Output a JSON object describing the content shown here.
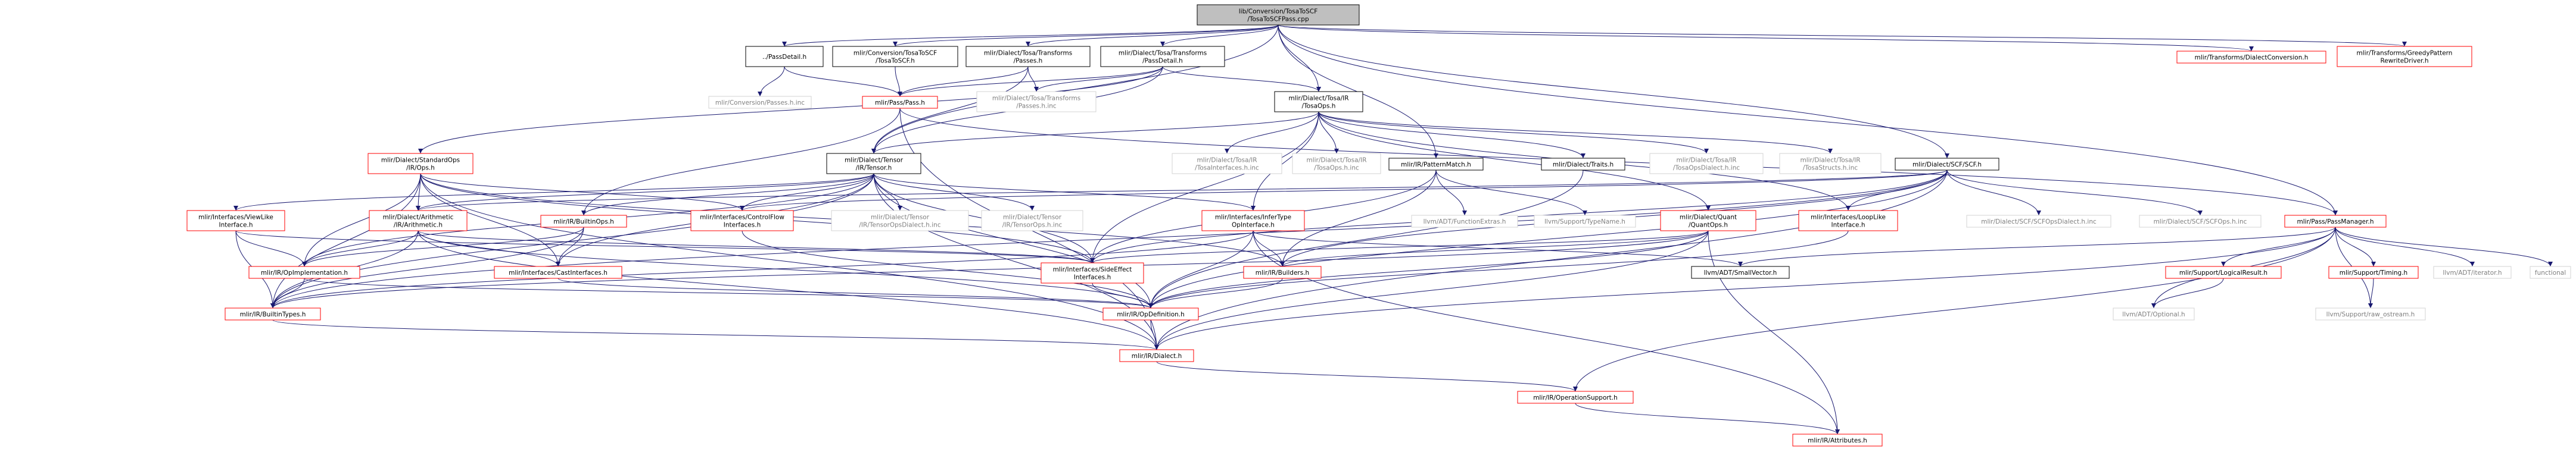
{
  "graph": {
    "nodes": [
      {
        "id": "root",
        "lines": [
          "lib/Conversion/TosaToSCF",
          "/TosaToSCFPass.cpp"
        ],
        "style": "root"
      },
      {
        "id": "pass_detail",
        "lines": [
          "../PassDetail.h"
        ],
        "style": "black"
      },
      {
        "id": "conv_tosatoscf",
        "lines": [
          "mlir/Conversion/TosaToSCF",
          "/TosaToSCF.h"
        ],
        "style": "black"
      },
      {
        "id": "tosa_transforms_passes",
        "lines": [
          "mlir/Dialect/Tosa/Transforms",
          "/Passes.h"
        ],
        "style": "black"
      },
      {
        "id": "tosa_transforms_passdetail",
        "lines": [
          "mlir/Dialect/Tosa/Transforms",
          "/PassDetail.h"
        ],
        "style": "black"
      },
      {
        "id": "transforms_dialectconversion",
        "lines": [
          "mlir/Transforms/DialectConversion.h"
        ],
        "style": "red"
      },
      {
        "id": "transforms_greedy",
        "lines": [
          "mlir/Transforms/GreedyPattern",
          "RewriteDriver.h"
        ],
        "style": "red"
      },
      {
        "id": "conv_passes_inc",
        "lines": [
          "mlir/Conversion/Passes.h.inc"
        ],
        "style": "gray"
      },
      {
        "id": "pass_pass",
        "lines": [
          "mlir/Pass/Pass.h"
        ],
        "style": "red"
      },
      {
        "id": "tosa_passes_inc",
        "lines": [
          "mlir/Dialect/Tosa/Transforms",
          "/Passes.h.inc"
        ],
        "style": "gray"
      },
      {
        "id": "tosa_ir_tosaops",
        "lines": [
          "mlir/Dialect/Tosa/IR",
          "/TosaOps.h"
        ],
        "style": "black"
      },
      {
        "id": "stdops",
        "lines": [
          "mlir/Dialect/StandardOps",
          "/IR/Ops.h"
        ],
        "style": "red"
      },
      {
        "id": "tensor",
        "lines": [
          "mlir/Dialect/Tensor",
          "/IR/Tensor.h"
        ],
        "style": "black"
      },
      {
        "id": "tosa_interfaces_inc",
        "lines": [
          "mlir/Dialect/Tosa/IR",
          "/TosaInterfaces.h.inc"
        ],
        "style": "gray"
      },
      {
        "id": "tosa_ops_inc",
        "lines": [
          "mlir/Dialect/Tosa/IR",
          "/TosaOps.h.inc"
        ],
        "style": "gray"
      },
      {
        "id": "ir_patternmatch",
        "lines": [
          "mlir/IR/PatternMatch.h"
        ],
        "style": "black"
      },
      {
        "id": "dialect_traits",
        "lines": [
          "mlir/Dialect/Traits.h"
        ],
        "style": "black"
      },
      {
        "id": "tosa_opsdialect_inc",
        "lines": [
          "mlir/Dialect/Tosa/IR",
          "/TosaOpsDialect.h.inc"
        ],
        "style": "gray"
      },
      {
        "id": "tosa_structs_inc",
        "lines": [
          "mlir/Dialect/Tosa/IR",
          "/TosaStructs.h.inc"
        ],
        "style": "gray"
      },
      {
        "id": "scf",
        "lines": [
          "mlir/Dialect/SCF/SCF.h"
        ],
        "style": "black"
      },
      {
        "id": "viewlike",
        "lines": [
          "mlir/Interfaces/ViewLike",
          "Interface.h"
        ],
        "style": "red"
      },
      {
        "id": "arith",
        "lines": [
          "mlir/Dialect/Arithmetic",
          "/IR/Arithmetic.h"
        ],
        "style": "red"
      },
      {
        "id": "builtinops",
        "lines": [
          "mlir/IR/BuiltinOps.h"
        ],
        "style": "red"
      },
      {
        "id": "controlflow",
        "lines": [
          "mlir/Interfaces/ControlFlow",
          "Interfaces.h"
        ],
        "style": "red"
      },
      {
        "id": "tensor_dialect_inc",
        "lines": [
          "mlir/Dialect/Tensor",
          "/IR/TensorOpsDialect.h.inc"
        ],
        "style": "gray"
      },
      {
        "id": "tensor_ops_inc",
        "lines": [
          "mlir/Dialect/Tensor",
          "/IR/TensorOps.h.inc"
        ],
        "style": "gray"
      },
      {
        "id": "infertype",
        "lines": [
          "mlir/Interfaces/InferType",
          "OpInterface.h"
        ],
        "style": "red"
      },
      {
        "id": "llvm_functionextras",
        "lines": [
          "llvm/ADT/FunctionExtras.h"
        ],
        "style": "gray"
      },
      {
        "id": "llvm_typename",
        "lines": [
          "llvm/Support/TypeName.h"
        ],
        "style": "gray"
      },
      {
        "id": "quantops",
        "lines": [
          "mlir/Dialect/Quant",
          "/QuantOps.h"
        ],
        "style": "red"
      },
      {
        "id": "loopinterface",
        "lines": [
          "mlir/Interfaces/LoopLike",
          "Interface.h"
        ],
        "style": "red"
      },
      {
        "id": "scf_dialect_inc",
        "lines": [
          "mlir/Dialect/SCF/SCFOpsDialect.h.inc"
        ],
        "style": "gray"
      },
      {
        "id": "scf_ops_inc",
        "lines": [
          "mlir/Dialect/SCF/SCFOps.h.inc"
        ],
        "style": "gray"
      },
      {
        "id": "passmanager",
        "lines": [
          "mlir/Pass/PassManager.h"
        ],
        "style": "red"
      },
      {
        "id": "opimpl",
        "lines": [
          "mlir/IR/OpImplementation.h"
        ],
        "style": "red"
      },
      {
        "id": "castinterfaces",
        "lines": [
          "mlir/Interfaces/CastInterfaces.h"
        ],
        "style": "red"
      },
      {
        "id": "sideeffect",
        "lines": [
          "mlir/Interfaces/SideEffect",
          "Interfaces.h"
        ],
        "style": "red"
      },
      {
        "id": "builders",
        "lines": [
          "mlir/IR/Builders.h"
        ],
        "style": "red"
      },
      {
        "id": "smallvector",
        "lines": [
          "llvm/ADT/SmallVector.h"
        ],
        "style": "black"
      },
      {
        "id": "logicalresult",
        "lines": [
          "mlir/Support/LogicalResult.h"
        ],
        "style": "red"
      },
      {
        "id": "timing",
        "lines": [
          "mlir/Support/Timing.h"
        ],
        "style": "red"
      },
      {
        "id": "iterator",
        "lines": [
          "llvm/ADT/iterator.h"
        ],
        "style": "gray"
      },
      {
        "id": "functional",
        "lines": [
          "functional"
        ],
        "style": "gray"
      },
      {
        "id": "builtintypes",
        "lines": [
          "mlir/IR/BuiltinTypes.h"
        ],
        "style": "red"
      },
      {
        "id": "opdefinition",
        "lines": [
          "mlir/IR/OpDefinition.h"
        ],
        "style": "red"
      },
      {
        "id": "optional",
        "lines": [
          "llvm/ADT/Optional.h"
        ],
        "style": "gray"
      },
      {
        "id": "raw_ostream",
        "lines": [
          "llvm/Support/raw_ostream.h"
        ],
        "style": "gray"
      },
      {
        "id": "dialect",
        "lines": [
          "mlir/IR/Dialect.h"
        ],
        "style": "red"
      },
      {
        "id": "opsupport",
        "lines": [
          "mlir/IR/OperationSupport.h"
        ],
        "style": "red"
      },
      {
        "id": "attributes",
        "lines": [
          "mlir/IR/Attributes.h"
        ],
        "style": "red"
      }
    ],
    "edges": [
      [
        "root",
        "pass_detail"
      ],
      [
        "root",
        "conv_tosatoscf"
      ],
      [
        "root",
        "tosa_transforms_passes"
      ],
      [
        "root",
        "tosa_transforms_passdetail"
      ],
      [
        "root",
        "tosa_ir_tosaops"
      ],
      [
        "root",
        "tensor"
      ],
      [
        "root",
        "ir_patternmatch"
      ],
      [
        "root",
        "scf"
      ],
      [
        "root",
        "passmanager"
      ],
      [
        "root",
        "transforms_dialectconversion"
      ],
      [
        "root",
        "transforms_greedy"
      ],
      [
        "pass_detail",
        "conv_passes_inc"
      ],
      [
        "pass_detail",
        "pass_pass"
      ],
      [
        "conv_tosatoscf",
        "pass_pass"
      ],
      [
        "tosa_transforms_passes",
        "pass_pass"
      ],
      [
        "tosa_transforms_passes",
        "tosa_passes_inc"
      ],
      [
        "tosa_transforms_passes",
        "tensor"
      ],
      [
        "tosa_transforms_passdetail",
        "pass_pass"
      ],
      [
        "tosa_transforms_passdetail",
        "tosa_passes_inc"
      ],
      [
        "tosa_transforms_passdetail",
        "tosa_ir_tosaops"
      ],
      [
        "tosa_transforms_passdetail",
        "tensor"
      ],
      [
        "tosa_transforms_passdetail",
        "stdops"
      ],
      [
        "pass_pass",
        "builtinops"
      ],
      [
        "pass_pass",
        "dialect"
      ],
      [
        "pass_pass",
        "passmanager"
      ],
      [
        "tosa_ir_tosaops",
        "tensor"
      ],
      [
        "tosa_ir_tosaops",
        "tosa_interfaces_inc"
      ],
      [
        "tosa_ir_tosaops",
        "tosa_ops_inc"
      ],
      [
        "tosa_ir_tosaops",
        "dialect_traits"
      ],
      [
        "tosa_ir_tosaops",
        "tosa_opsdialect_inc"
      ],
      [
        "tosa_ir_tosaops",
        "tosa_structs_inc"
      ],
      [
        "tosa_ir_tosaops",
        "quantops"
      ],
      [
        "tosa_ir_tosaops",
        "infertype"
      ],
      [
        "tosa_ir_tosaops",
        "loopinterface"
      ],
      [
        "tosa_ir_tosaops",
        "sideeffect"
      ],
      [
        "stdops",
        "arith"
      ],
      [
        "stdops",
        "controlflow"
      ],
      [
        "stdops",
        "castinterfaces"
      ],
      [
        "stdops",
        "builtintypes"
      ],
      [
        "stdops",
        "opimpl"
      ],
      [
        "stdops",
        "sideeffect"
      ],
      [
        "stdops",
        "dialect"
      ],
      [
        "stdops",
        "builders"
      ],
      [
        "tensor",
        "viewlike"
      ],
      [
        "tensor",
        "arith"
      ],
      [
        "tensor",
        "builtinops"
      ],
      [
        "tensor",
        "controlflow"
      ],
      [
        "tensor",
        "tensor_dialect_inc"
      ],
      [
        "tensor",
        "tensor_ops_inc"
      ],
      [
        "tensor",
        "infertype"
      ],
      [
        "tensor",
        "castinterfaces"
      ],
      [
        "tensor",
        "sideeffect"
      ],
      [
        "tensor",
        "opimpl"
      ],
      [
        "tensor",
        "builtintypes"
      ],
      [
        "tensor",
        "opdefinition"
      ],
      [
        "tensor",
        "dialect"
      ],
      [
        "ir_patternmatch",
        "llvm_functionextras"
      ],
      [
        "ir_patternmatch",
        "llvm_typename"
      ],
      [
        "ir_patternmatch",
        "builders"
      ],
      [
        "ir_patternmatch",
        "sideeffect"
      ],
      [
        "dialect_traits",
        "opdefinition"
      ],
      [
        "scf",
        "controlflow"
      ],
      [
        "scf",
        "loopinterface"
      ],
      [
        "scf",
        "scf_dialect_inc"
      ],
      [
        "scf",
        "scf_ops_inc"
      ],
      [
        "scf",
        "builders"
      ],
      [
        "scf",
        "builtintypes"
      ],
      [
        "scf",
        "opdefinition"
      ],
      [
        "scf",
        "dialect"
      ],
      [
        "scf",
        "sideeffect"
      ],
      [
        "scf",
        "arith"
      ],
      [
        "viewlike",
        "opimpl"
      ],
      [
        "viewlike",
        "builtintypes"
      ],
      [
        "viewlike",
        "sideeffect"
      ],
      [
        "arith",
        "opimpl"
      ],
      [
        "arith",
        "castinterfaces"
      ],
      [
        "arith",
        "sideeffect"
      ],
      [
        "arith",
        "builtintypes"
      ],
      [
        "arith",
        "dialect"
      ],
      [
        "arith",
        "opdefinition"
      ],
      [
        "builtinops",
        "opimpl"
      ],
      [
        "builtinops",
        "castinterfaces"
      ],
      [
        "builtinops",
        "builtintypes"
      ],
      [
        "controlflow",
        "opdefinition"
      ],
      [
        "infertype",
        "builtintypes"
      ],
      [
        "infertype",
        "opdefinition"
      ],
      [
        "infertype",
        "smallvector"
      ],
      [
        "infertype",
        "attributes"
      ],
      [
        "infertype",
        "builders"
      ],
      [
        "quantops",
        "builtintypes"
      ],
      [
        "quantops",
        "opdefinition"
      ],
      [
        "quantops",
        "dialect"
      ],
      [
        "quantops",
        "sideeffect"
      ],
      [
        "quantops",
        "builders"
      ],
      [
        "quantops",
        "attributes"
      ],
      [
        "loopinterface",
        "opdefinition"
      ],
      [
        "passmanager",
        "logicalresult"
      ],
      [
        "passmanager",
        "timing"
      ],
      [
        "passmanager",
        "iterator"
      ],
      [
        "passmanager",
        "functional"
      ],
      [
        "passmanager",
        "smallvector"
      ],
      [
        "passmanager",
        "optional"
      ],
      [
        "passmanager",
        "raw_ostream"
      ],
      [
        "passmanager",
        "dialect"
      ],
      [
        "passmanager",
        "opsupport"
      ],
      [
        "opimpl",
        "builtintypes"
      ],
      [
        "opimpl",
        "opdefinition"
      ],
      [
        "castinterfaces",
        "opdefinition"
      ],
      [
        "sideeffect",
        "opdefinition"
      ],
      [
        "builders",
        "opdefinition"
      ],
      [
        "logicalresult",
        "optional"
      ],
      [
        "timing",
        "raw_ostream"
      ],
      [
        "builtintypes",
        "dialect"
      ],
      [
        "opdefinition",
        "dialect"
      ],
      [
        "dialect",
        "opsupport"
      ],
      [
        "opsupport",
        "attributes"
      ]
    ]
  }
}
